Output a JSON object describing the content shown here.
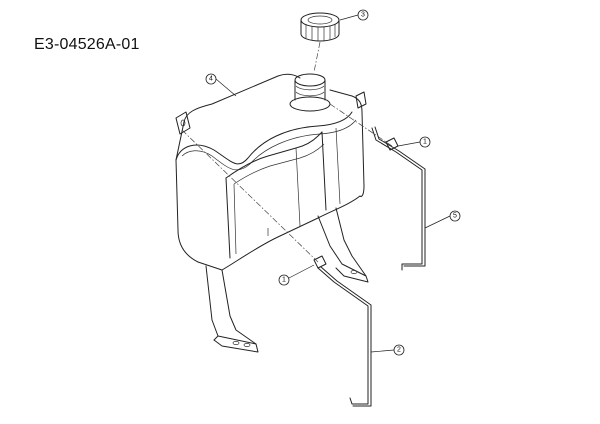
{
  "drawing_id": "E3-04526A-01",
  "callouts": [
    "3",
    "4",
    "1",
    "5",
    "1",
    "2"
  ]
}
